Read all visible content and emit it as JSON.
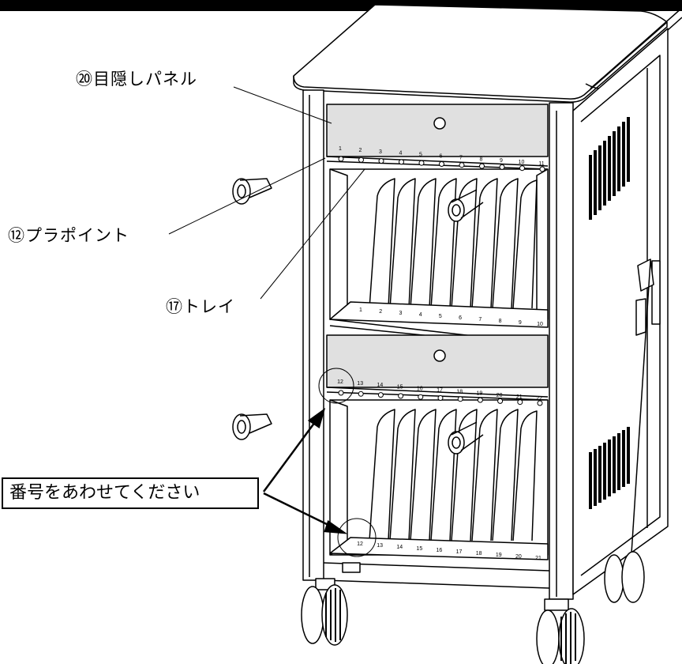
{
  "callouts": {
    "panel": "⑳目隠しパネル",
    "knob": "⑫プラポイント",
    "tray": "⑰トレイ"
  },
  "notice": "番号をあわせてください",
  "upper_panel_numbers": [
    "1",
    "2",
    "3",
    "4",
    "5",
    "6",
    "7",
    "8",
    "9",
    "10",
    "11"
  ],
  "upper_tray_numbers": [
    "1",
    "2",
    "3",
    "4",
    "5",
    "6",
    "7",
    "8",
    "9",
    "10"
  ],
  "lower_panel_numbers": [
    "12",
    "13",
    "14",
    "15",
    "16",
    "17",
    "18",
    "19",
    "20",
    "21",
    "22"
  ],
  "lower_tray_numbers": [
    "12",
    "13",
    "14",
    "15",
    "16",
    "17",
    "18",
    "19",
    "20",
    "21"
  ]
}
